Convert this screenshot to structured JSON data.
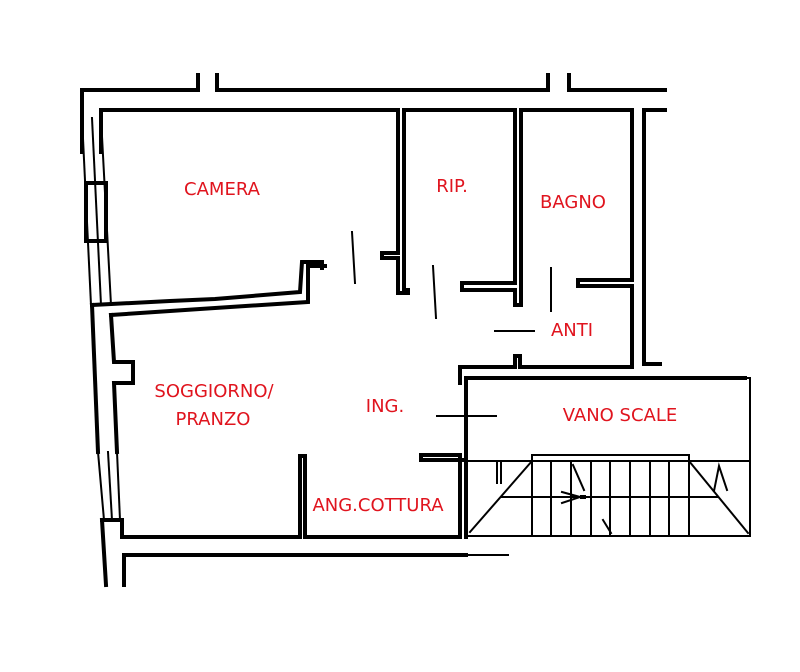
{
  "plan": {
    "type": "floor-plan",
    "wall_color": "#000000",
    "label_color": "#e0141e",
    "background": "#ffffff"
  },
  "rooms": {
    "camera": {
      "label": "CAMERA"
    },
    "rip": {
      "label": "RIP."
    },
    "bagno": {
      "label": "BAGNO"
    },
    "anti": {
      "label": "ANTI"
    },
    "soggiorno_line1": {
      "label": "SOGGIORNO/"
    },
    "soggiorno_line2": {
      "label": "PRANZO"
    },
    "ing": {
      "label": "ING."
    },
    "vano_scale": {
      "label": "VANO SCALE"
    },
    "ang_cottura": {
      "label": "ANG.COTTURA"
    }
  }
}
